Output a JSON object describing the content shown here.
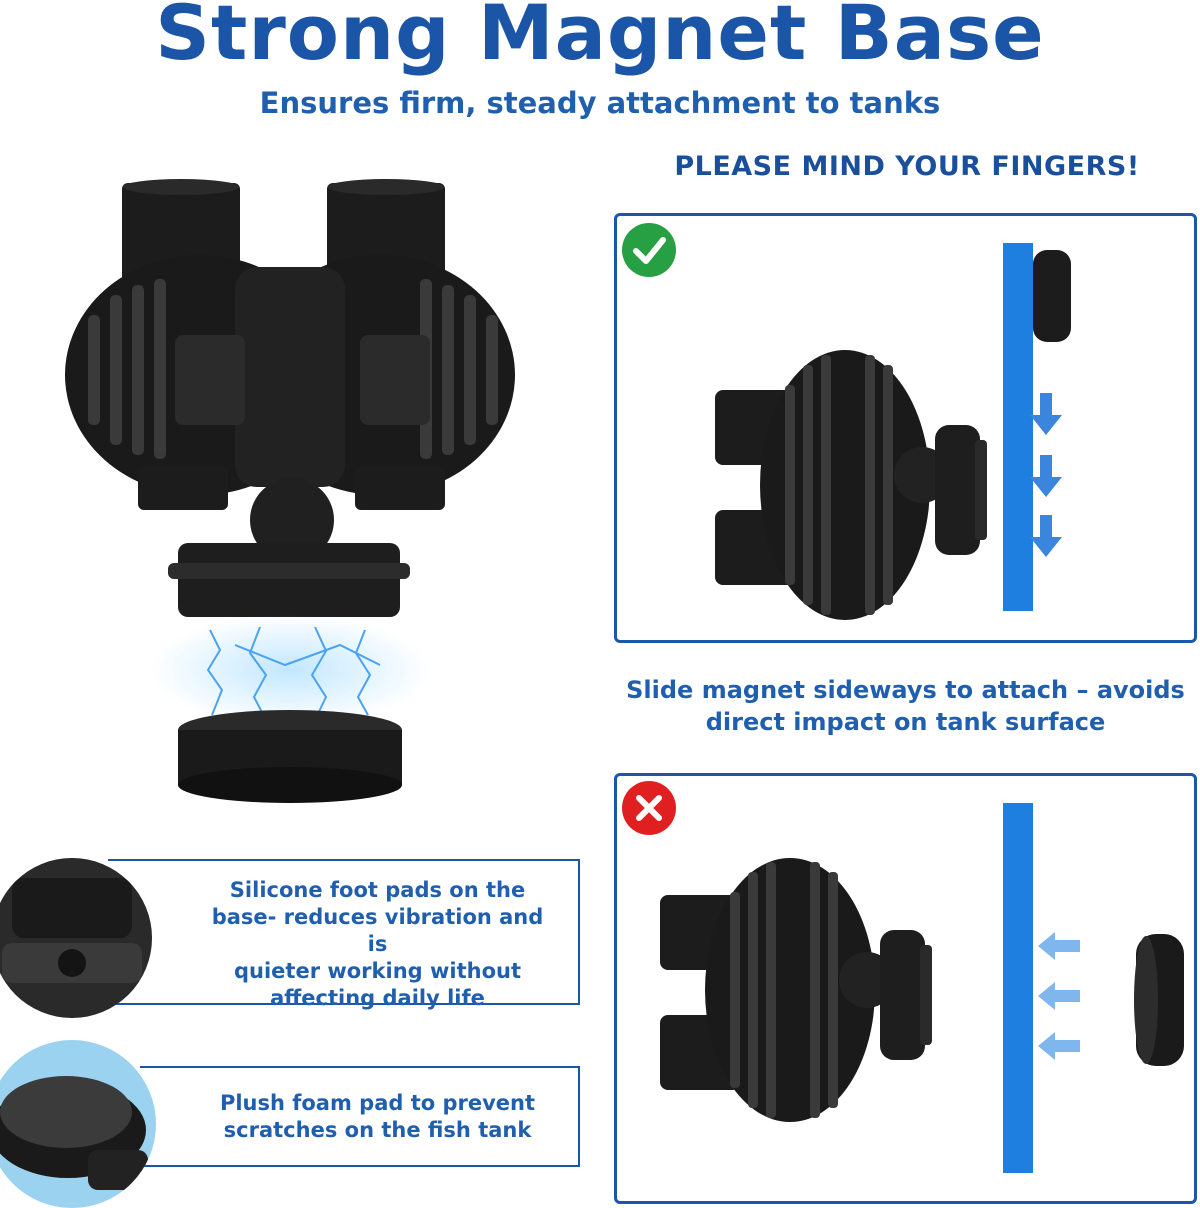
{
  "header": {
    "title": "Strong Magnet Base",
    "subtitle": "Ensures firm, steady attachment to tanks"
  },
  "warning": {
    "text": "PLEASE MIND YOUR FINGERS!"
  },
  "correct_panel": {
    "icon": "checkmark-icon",
    "color": "#27a043"
  },
  "incorrect_panel": {
    "icon": "cross-icon",
    "color": "#e02020"
  },
  "instruction": {
    "line1": "Slide magnet sideways to attach – avoids",
    "line2": "direct impact on tank surface"
  },
  "features": [
    {
      "lines": [
        "Silicone foot pads on the",
        "base- reduces vibration and is",
        "quieter working without",
        "affecting daily life"
      ]
    },
    {
      "lines": [
        "Plush foam pad to prevent",
        "scratches on the fish tank"
      ]
    }
  ],
  "colors": {
    "brand_blue": "#1a55a8",
    "tank_glass": "#1e7fe0",
    "arrow_blue": "#3a86df"
  }
}
